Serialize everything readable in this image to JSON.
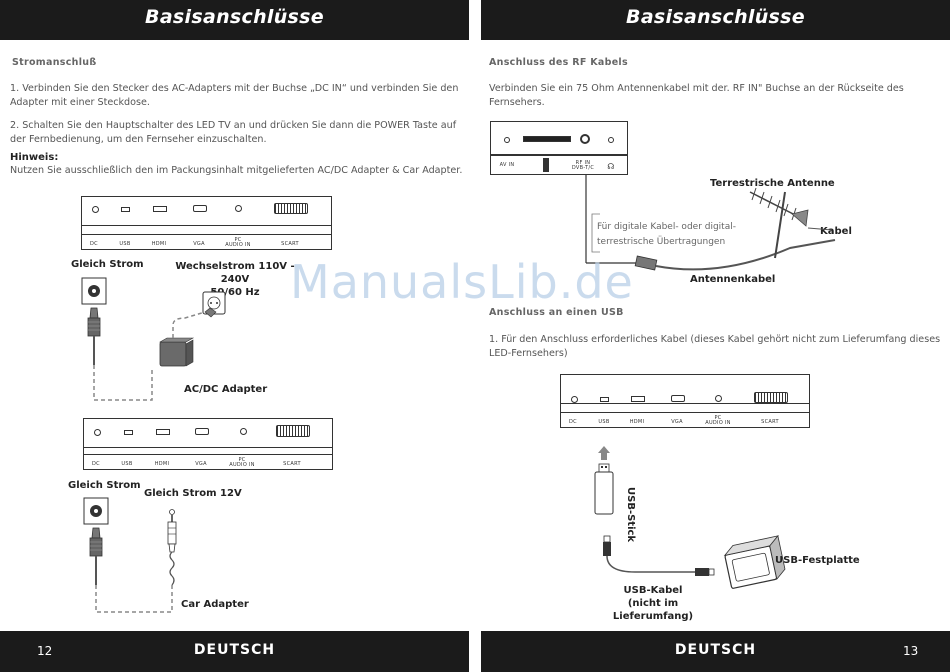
{
  "left_page": {
    "header_title": "Basisanschlüsse",
    "section_title": "Stromanschluß",
    "step1": "1. Verbinden Sie den Stecker des AC-Adapters mit der Buchse „DC IN“ und verbinden Sie den Adapter mit einer Steckdose.",
    "step2": "2. Schalten Sie den Hauptschalter des LED TV an und drücken Sie dann die POWER Taste auf der Fernbedienung, um den Fernseher einzuschalten.",
    "hint_title": "Hinweis:",
    "hint_text": "Nutzen Sie ausschließlich den im Packungsinhalt mitgelieferten AC/DC Adapter & Car Adapter.",
    "diagram1": {
      "dc_label": "Gleich Strom",
      "ac_label_line1": "Wechselstrom 110V - 240V",
      "ac_label_line2": "50/60 Hz",
      "adapter_label": "AC/DC Adapter"
    },
    "diagram2": {
      "dc_label": "Gleich Strom",
      "dc12_label": "Gleich Strom 12V",
      "car_label": "Car Adapter"
    },
    "footer_lang": "DEUTSCH",
    "page_number": "12"
  },
  "right_page": {
    "header_title": "Basisanschlüsse",
    "rf_section_title": "Anschluss des RF Kabels",
    "rf_text": "Verbinden Sie ein 75 Ohm Antennenkabel mit der. RF IN\" Buchse an der Rückseite des Fernsehers.",
    "rf_panel": {
      "port1": "AV IN",
      "port2_line1": "RF IN",
      "port2_line2": "DVB-T/C"
    },
    "rf_note_line1": "Für digitale Kabel- oder digital-",
    "rf_note_line2": "terrestrische Übertragungen",
    "antenna_label": "Terrestrische Antenne",
    "cable_label": "Kabel",
    "antenna_cable_label": "Antennenkabel",
    "usb_section_title": "Anschluss an einen USB",
    "usb_text": "1. Für den Anschluss erforderliches Kabel (dieses Kabel gehört nicht zum Lieferumfang dieses LED-Fernsehers)",
    "usb_stick_label": "USB-Stick",
    "usb_hdd_label": "USB-Festplatte",
    "usb_cable_line1": "USB-Kabel",
    "usb_cable_line2": "(nicht im Lieferumfang)",
    "footer_lang": "DEUTSCH",
    "page_number": "13"
  },
  "tv_panel_ports": {
    "dc": "DC",
    "usb": "USB",
    "hdmi": "HDMI",
    "vga": "VGA",
    "pc_line1": "PC",
    "pc_line2": "AUDIO IN",
    "scart": "SCART"
  },
  "watermark": "ManualsLib.de",
  "colors": {
    "bar": "#1b1b1b",
    "watermark": "#b9cfe8",
    "text": "#555555"
  }
}
